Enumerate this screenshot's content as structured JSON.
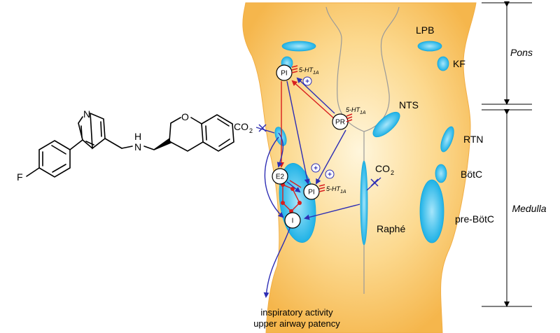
{
  "molecule": {
    "atoms": {
      "fluorine": "F",
      "pyridine_n": "N",
      "amine_n": "N",
      "amine_h": "H",
      "pyran_o": "O"
    }
  },
  "regions": {
    "lpb": "LPB",
    "kf": "KF",
    "nts": "NTS",
    "rtn": "RTN",
    "botc": "BötC",
    "pre_botc": "pre-BötC",
    "raphe": "Raphé"
  },
  "neurons": {
    "pi_upper": "PI",
    "pr": "PR",
    "e2": "E2",
    "pi_lower": "PI",
    "i": "I"
  },
  "receptors": {
    "upper": "5-HT",
    "middle": "5-HT",
    "lower": "5-HT",
    "subscript": "1A"
  },
  "stimuli": {
    "co2_left": "CO",
    "co2_right": "CO",
    "co2_subscript": "2"
  },
  "plus_symbol": "+",
  "scale": {
    "pons": "Pons",
    "medulla": "Medulla"
  },
  "output": {
    "line1": "inspiratory activity",
    "line2": "upper airway patency"
  },
  "colors": {
    "brainstem_fill": "#f9c46b",
    "nucleus_fill": "#3fc2ec",
    "excitatory": "#2d2db4",
    "inhibitory": "#d81e1e"
  }
}
